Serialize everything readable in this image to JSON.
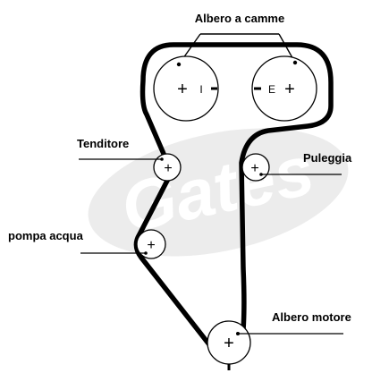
{
  "labels": {
    "camshaft": "Albero a camme",
    "tensioner": "Tenditore",
    "pulley": "Puleggia",
    "water_pump": "pompa acqua",
    "crankshaft": "Albero motore"
  },
  "cam_marks": {
    "intake": "I",
    "exhaust": "E"
  },
  "watermark": "Gates",
  "colors": {
    "belt": "#000000",
    "watermark": "#e6e6e6"
  }
}
